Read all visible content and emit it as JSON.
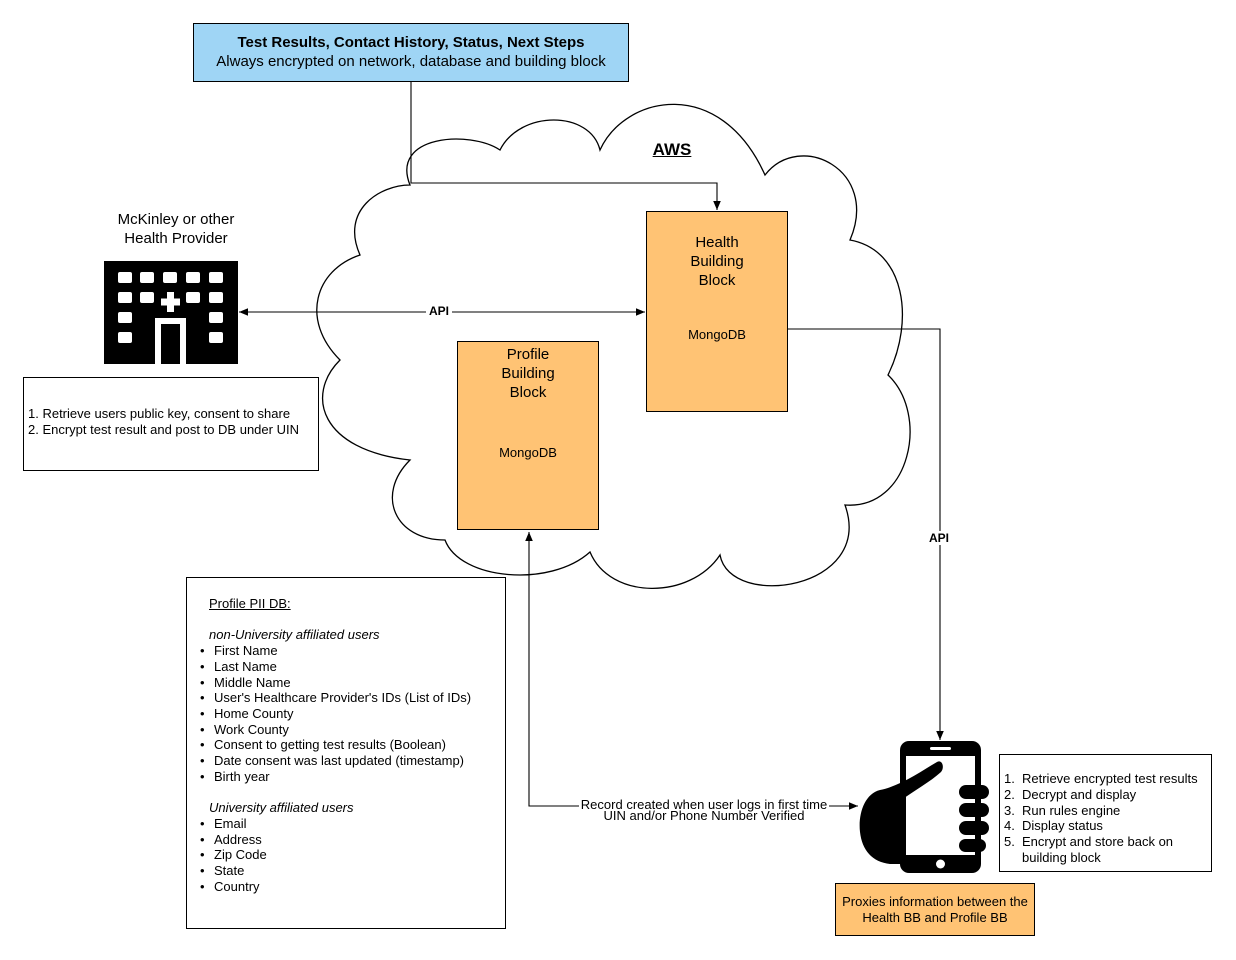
{
  "top_box": {
    "title": "Test Results, Contact History, Status, Next Steps",
    "subtitle": "Always encrypted on network, database and building block"
  },
  "cloud": {
    "label": "AWS"
  },
  "health_bb": {
    "title_lines": [
      "Health",
      "Building",
      "Block"
    ],
    "db": "MongoDB"
  },
  "profile_bb": {
    "title_lines": [
      "Profile",
      "Building",
      "Block"
    ],
    "db": "MongoDB"
  },
  "provider": {
    "title_lines": [
      "McKinley or other",
      "Health Provider"
    ],
    "steps": [
      "1. Retrieve users public key, consent to share",
      "2. Encrypt test result and post to DB under UIN"
    ]
  },
  "arrows": {
    "provider_api": "API",
    "phone_api": "API",
    "record_line1": "Record created when user logs in first time",
    "record_line2": "UIN and/or Phone Number Verified"
  },
  "pii": {
    "heading": "Profile PII DB:",
    "group1_title": "non-University affiliated users",
    "group1_items": [
      "First Name",
      "Last Name",
      "Middle Name",
      "User's Healthcare Provider's IDs (List of IDs)",
      "Home County",
      "Work County",
      "Consent to getting test results (Boolean)",
      "Date consent was last updated (timestamp)",
      "Birth year"
    ],
    "group2_title": "University affiliated users",
    "group2_items": [
      "Email",
      "Address",
      "Zip Code",
      "State",
      "Country"
    ]
  },
  "phone_steps": [
    {
      "num": "1.",
      "text": "Retrieve encrypted test results"
    },
    {
      "num": "2.",
      "text": "Decrypt and display"
    },
    {
      "num": "3.",
      "text": "Run rules engine"
    },
    {
      "num": "4.",
      "text": "Display status"
    },
    {
      "num": "5.",
      "text": "Encrypt and store back on building block"
    }
  ],
  "proxy_note": {
    "line1": "Proxies information between the",
    "line2": "Health BB and Profile BB"
  },
  "colors": {
    "top_box_fill": "#9fd5f5",
    "block_fill": "#ffc374",
    "db_fill": "#a6de7c",
    "db_stroke": "#1a1a1a"
  },
  "icons": [
    "hospital-building-icon",
    "phone-in-hand-icon"
  ]
}
